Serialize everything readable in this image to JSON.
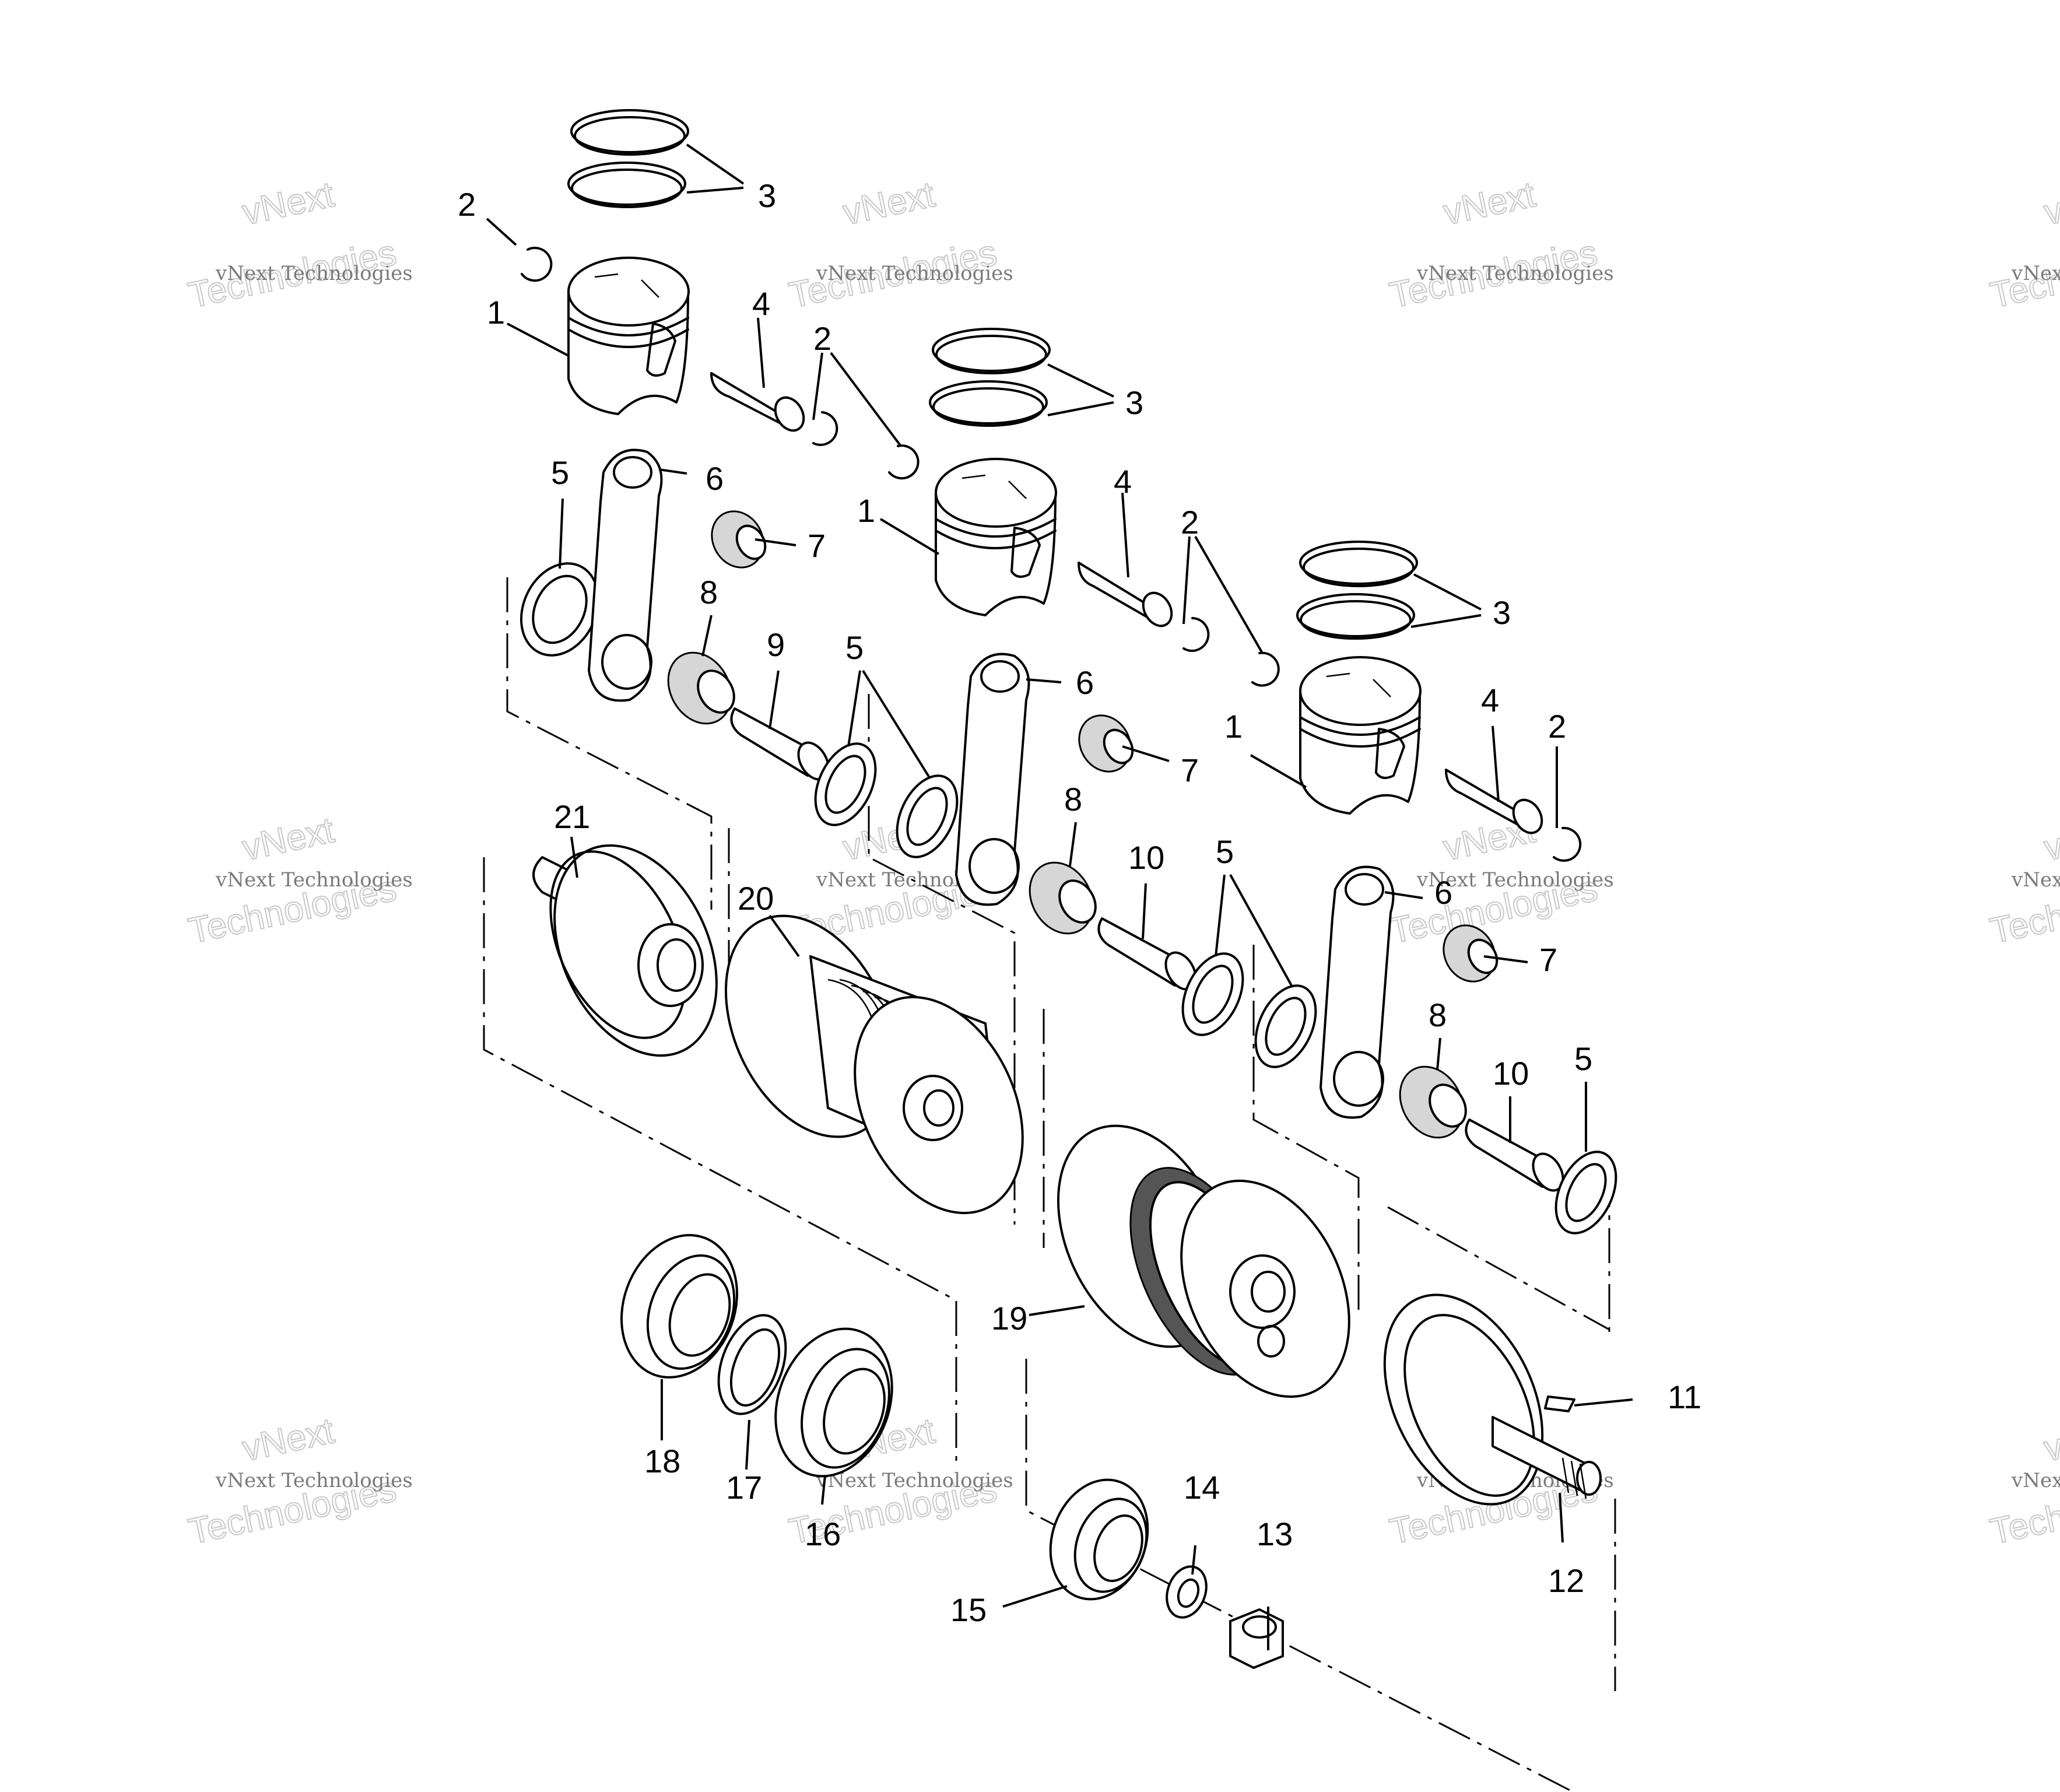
{
  "figure": {
    "callouts": {
      "c1": "1",
      "c2": "2",
      "c3": "3",
      "c4": "4",
      "c5": "5",
      "c6": "6",
      "c7": "7",
      "c8": "8",
      "c9": "9",
      "c10": "10",
      "c11": "11",
      "c12": "12",
      "c13": "13",
      "c14": "14",
      "c15": "15",
      "c16": "16",
      "c17": "17",
      "c18": "18",
      "c19": "19",
      "c20": "20",
      "c21": "21"
    }
  },
  "watermark": {
    "line_a": "vNext Technologies",
    "line_b": "vNext",
    "line_c": "Technologies"
  }
}
